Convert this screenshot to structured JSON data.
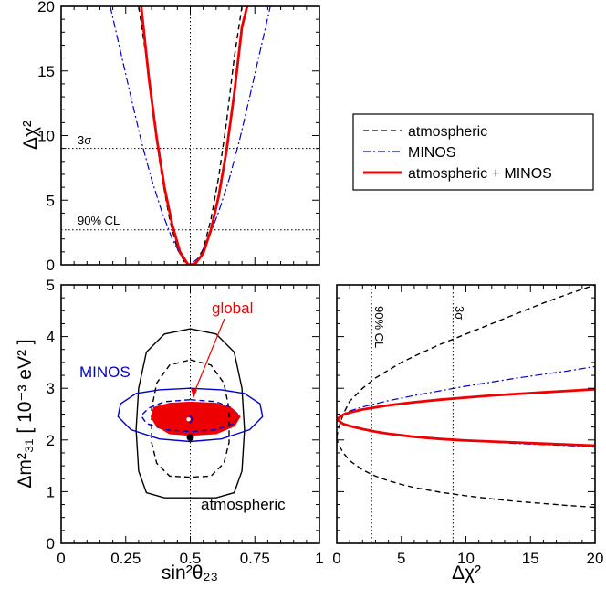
{
  "colors": {
    "atmospheric": "#000000",
    "minos": "#0000cc",
    "combined": "#ee0000",
    "reference": "#000000"
  },
  "legend": {
    "items": [
      {
        "label": "atmospheric",
        "style": "dashed",
        "color": "#000000"
      },
      {
        "label": "MINOS",
        "style": "dash-dot",
        "color": "#0000cc"
      },
      {
        "label": "atmospheric + MINOS",
        "style": "solid-thick",
        "color": "#ee0000"
      }
    ]
  },
  "chart_data": [
    {
      "id": "top-panel",
      "type": "line",
      "xlim": [
        0,
        1
      ],
      "ylim": [
        0,
        20
      ],
      "ylabel": "Δχ²",
      "ytick_labels": [
        "0",
        "5",
        "10",
        "15",
        "20"
      ],
      "reference_lines": [
        {
          "axis": "y",
          "value": 9,
          "label": "3σ"
        },
        {
          "axis": "y",
          "value": 2.7,
          "label": "90% CL"
        },
        {
          "axis": "x",
          "value": 0.5
        }
      ],
      "series": [
        {
          "name": "atmospheric",
          "x": [
            0.3,
            0.33,
            0.36,
            0.39,
            0.42,
            0.45,
            0.48,
            0.5,
            0.52,
            0.55,
            0.58,
            0.61,
            0.64,
            0.67,
            0.7
          ],
          "y": [
            20,
            16,
            11,
            6.8,
            3.5,
            1.2,
            0.15,
            0,
            0.15,
            1.2,
            3.5,
            6.8,
            11,
            16,
            20
          ]
        },
        {
          "name": "MINOS",
          "x": [
            0.19,
            0.23,
            0.27,
            0.31,
            0.35,
            0.39,
            0.43,
            0.47,
            0.5,
            0.53,
            0.57,
            0.61,
            0.65,
            0.69,
            0.73,
            0.77,
            0.81
          ],
          "y": [
            20,
            16.5,
            13,
            9.6,
            6.6,
            4.1,
            2.0,
            0.5,
            0,
            0.5,
            2.0,
            4.1,
            6.6,
            9.6,
            13,
            16.5,
            20
          ]
        },
        {
          "name": "atmospheric + MINOS",
          "x": [
            0.31,
            0.34,
            0.37,
            0.4,
            0.43,
            0.46,
            0.49,
            0.5,
            0.52,
            0.55,
            0.58,
            0.61,
            0.64,
            0.67,
            0.7,
            0.72
          ],
          "y": [
            20,
            14.4,
            9.8,
            6.0,
            3.1,
            1.0,
            0.05,
            0,
            0.1,
            0.9,
            2.7,
            5.3,
            8.8,
            13.2,
            18.4,
            20
          ]
        }
      ]
    },
    {
      "id": "bottom-left-panel",
      "type": "contour",
      "xlabel": "sin²θ₂₃",
      "ylabel": "Δm²₃₁ [ 10⁻³ eV² ]",
      "xlim": [
        0,
        1
      ],
      "ylim": [
        0,
        5
      ],
      "xtick_labels": [
        "0",
        "0.25",
        "0.5",
        "0.75",
        "1"
      ],
      "ytick_labels": [
        "0",
        "1",
        "2",
        "3",
        "4",
        "5"
      ],
      "annotations": [
        {
          "text": "global",
          "color": "#ee0000"
        },
        {
          "text": "MINOS",
          "color": "#0000cc"
        },
        {
          "text": "atmospheric",
          "color": "#000000"
        }
      ],
      "best_fit_points": [
        {
          "name": "atmospheric",
          "x": 0.5,
          "y": 2.05
        },
        {
          "name": "MINOS",
          "x": 0.5,
          "y": 2.4
        },
        {
          "name": "global",
          "x": 0.5,
          "y": 2.4
        }
      ],
      "contours": [
        {
          "name": "atmospheric 90% CL",
          "style": "dashed",
          "color": "#000000",
          "x": [
            0.5,
            0.58,
            0.63,
            0.65,
            0.65,
            0.63,
            0.58,
            0.5,
            0.42,
            0.37,
            0.35,
            0.35,
            0.37,
            0.42,
            0.5
          ],
          "y": [
            3.55,
            3.45,
            3.1,
            2.6,
            1.95,
            1.55,
            1.3,
            1.28,
            1.3,
            1.55,
            1.95,
            2.6,
            3.1,
            3.45,
            3.55
          ]
        },
        {
          "name": "atmospheric 3σ",
          "style": "solid",
          "color": "#000000",
          "x": [
            0.5,
            0.6,
            0.67,
            0.7,
            0.71,
            0.7,
            0.67,
            0.6,
            0.5,
            0.4,
            0.33,
            0.3,
            0.29,
            0.3,
            0.33,
            0.4,
            0.5
          ],
          "y": [
            4.15,
            4.05,
            3.7,
            3.0,
            2.2,
            1.4,
            0.98,
            0.88,
            0.88,
            0.88,
            0.98,
            1.4,
            2.2,
            3.0,
            3.7,
            4.05,
            4.15
          ]
        },
        {
          "name": "MINOS 90% CL",
          "style": "dashed",
          "color": "#0000cc",
          "x": [
            0.5,
            0.6,
            0.66,
            0.69,
            0.67,
            0.6,
            0.5,
            0.4,
            0.33,
            0.31,
            0.34,
            0.4,
            0.5
          ],
          "y": [
            2.78,
            2.74,
            2.62,
            2.47,
            2.32,
            2.2,
            2.16,
            2.2,
            2.32,
            2.47,
            2.62,
            2.74,
            2.78
          ]
        },
        {
          "name": "MINOS 3σ",
          "style": "solid",
          "color": "#0000cc",
          "x": [
            0.5,
            0.62,
            0.71,
            0.77,
            0.78,
            0.73,
            0.62,
            0.5,
            0.38,
            0.27,
            0.22,
            0.23,
            0.29,
            0.38,
            0.5
          ],
          "y": [
            3.0,
            2.97,
            2.9,
            2.7,
            2.45,
            2.2,
            2.02,
            1.97,
            2.02,
            2.2,
            2.45,
            2.7,
            2.9,
            2.97,
            3.0
          ]
        },
        {
          "name": "global 90% CL",
          "style": "filled",
          "color": "#ee0000",
          "x": [
            0.5,
            0.6,
            0.66,
            0.69,
            0.67,
            0.6,
            0.5,
            0.42,
            0.37,
            0.35,
            0.36,
            0.42,
            0.5
          ],
          "y": [
            2.72,
            2.7,
            2.6,
            2.45,
            2.28,
            2.13,
            2.1,
            2.13,
            2.28,
            2.45,
            2.62,
            2.7,
            2.72
          ]
        },
        {
          "name": "global 3σ",
          "style": "solid-thick",
          "color": "#ee0000",
          "x": [
            0.5,
            0.6,
            0.66,
            0.69,
            0.67,
            0.6,
            0.5,
            0.42,
            0.37,
            0.35,
            0.36,
            0.42,
            0.5
          ],
          "y": [
            2.72,
            2.7,
            2.6,
            2.45,
            2.28,
            2.13,
            2.1,
            2.13,
            2.28,
            2.45,
            2.62,
            2.7,
            2.72
          ]
        }
      ]
    },
    {
      "id": "bottom-right-panel",
      "type": "line",
      "xlabel": "Δχ²",
      "xlim": [
        0,
        20
      ],
      "ylim": [
        0,
        5
      ],
      "xtick_labels": [
        "0",
        "5",
        "10",
        "15",
        "20"
      ],
      "reference_lines": [
        {
          "axis": "x",
          "value": 2.7,
          "label": "90% CL"
        },
        {
          "axis": "x",
          "value": 9,
          "label": "3σ"
        }
      ],
      "series": [
        {
          "name": "atmospheric upper",
          "x": [
            0,
            0.1,
            0.5,
            1,
            2,
            3,
            4,
            5,
            6,
            8,
            10,
            12,
            14,
            16,
            18,
            20
          ],
          "y": [
            2.05,
            2.2,
            2.5,
            2.75,
            3.0,
            3.2,
            3.35,
            3.5,
            3.62,
            3.85,
            4.05,
            4.25,
            4.45,
            4.65,
            4.83,
            5.0
          ]
        },
        {
          "name": "atmospheric lower",
          "x": [
            0,
            0.1,
            0.5,
            1,
            2,
            3,
            4,
            5,
            6,
            8,
            10,
            12,
            14,
            16,
            18,
            20
          ],
          "y": [
            2.05,
            1.93,
            1.75,
            1.6,
            1.42,
            1.3,
            1.21,
            1.14,
            1.08,
            0.99,
            0.92,
            0.86,
            0.81,
            0.77,
            0.73,
            0.7
          ]
        },
        {
          "name": "MINOS upper",
          "x": [
            0,
            0.5,
            1,
            2,
            3,
            4,
            5,
            6,
            8,
            10,
            12,
            14,
            16,
            18,
            20
          ],
          "y": [
            2.4,
            2.5,
            2.56,
            2.64,
            2.7,
            2.76,
            2.81,
            2.86,
            2.95,
            3.04,
            3.12,
            3.2,
            3.27,
            3.34,
            3.42
          ]
        },
        {
          "name": "MINOS lower",
          "x": [
            0,
            0.5,
            1,
            2,
            3,
            4,
            5,
            6,
            8,
            10,
            12,
            14,
            16,
            18,
            20
          ],
          "y": [
            2.4,
            2.31,
            2.27,
            2.21,
            2.16,
            2.12,
            2.09,
            2.06,
            2.02,
            1.99,
            1.96,
            1.93,
            1.91,
            1.89,
            1.86
          ]
        },
        {
          "name": "atmospheric + MINOS upper",
          "x": [
            0,
            0.5,
            1,
            2,
            3,
            4,
            5,
            6,
            8,
            10,
            12,
            14,
            16,
            18,
            20
          ],
          "y": [
            2.4,
            2.49,
            2.53,
            2.59,
            2.63,
            2.67,
            2.7,
            2.73,
            2.78,
            2.82,
            2.86,
            2.89,
            2.92,
            2.95,
            2.98
          ]
        },
        {
          "name": "atmospheric + MINOS lower",
          "x": [
            0,
            0.5,
            1,
            2,
            3,
            4,
            5,
            6,
            8,
            10,
            12,
            14,
            16,
            18,
            20
          ],
          "y": [
            2.4,
            2.31,
            2.27,
            2.21,
            2.16,
            2.12,
            2.09,
            2.06,
            2.02,
            1.99,
            1.97,
            1.95,
            1.93,
            1.91,
            1.89
          ]
        }
      ]
    }
  ]
}
